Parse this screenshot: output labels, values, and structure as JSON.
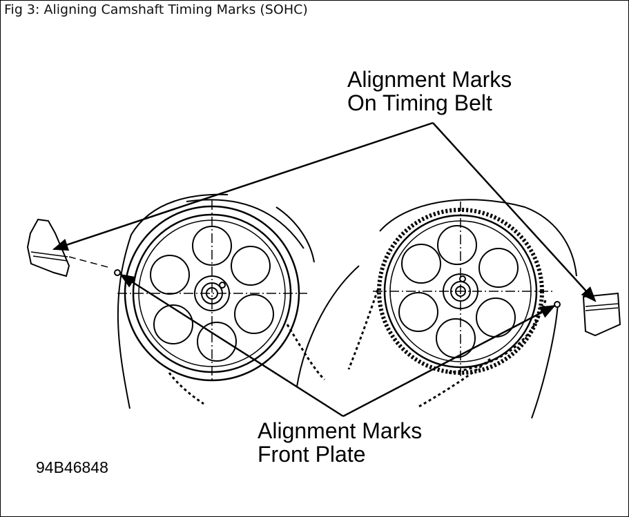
{
  "figure": {
    "title": "Fig 3: Aligning Camshaft Timing Marks (SOHC)",
    "code": "94B46848"
  },
  "callouts": {
    "timing_belt": {
      "line1": "Alignment Marks",
      "line2": "On Timing Belt"
    },
    "front_plate": {
      "line1": "Alignment Marks",
      "line2": "Front Plate"
    }
  },
  "colors": {
    "ink": "#000000",
    "background": "#ffffff"
  }
}
